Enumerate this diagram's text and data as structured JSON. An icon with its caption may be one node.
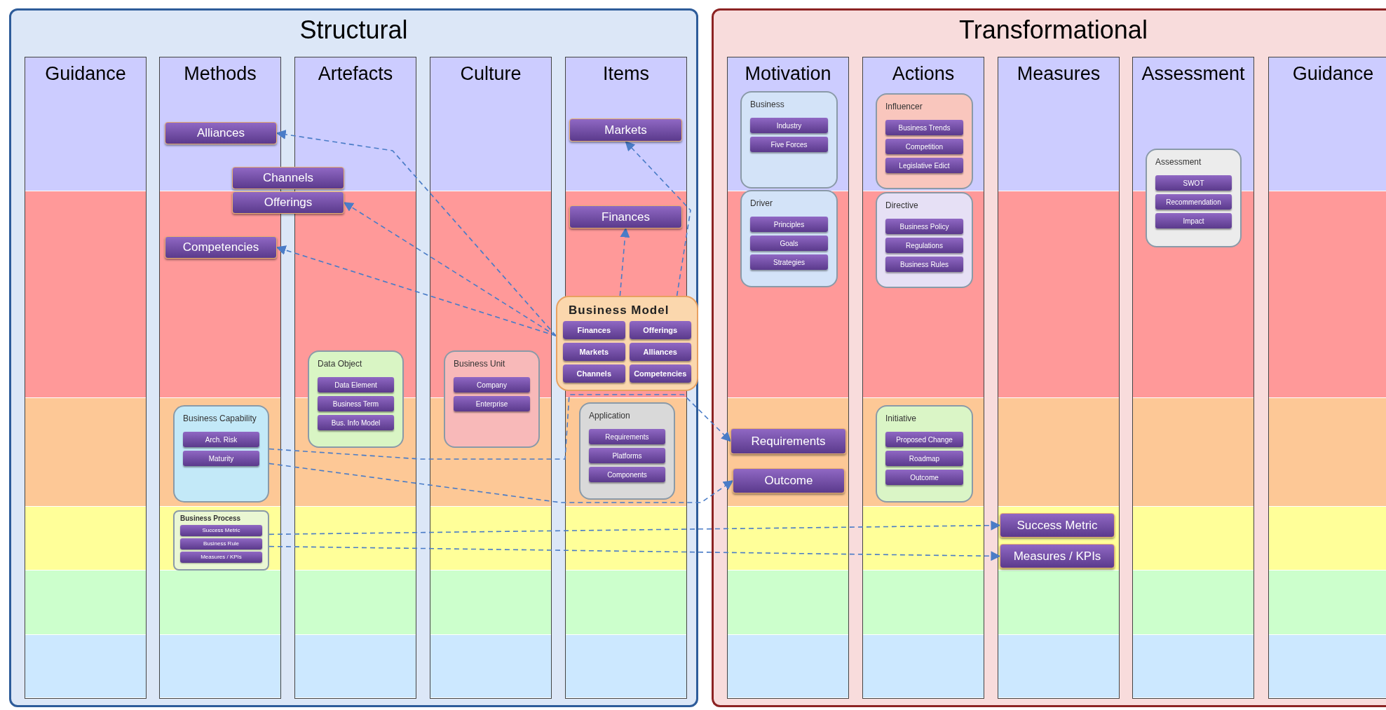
{
  "diagram": {
    "nodes": [
      {
        "text": [
          "Structural"
        ]
      },
      {
        "text": [
          "Guidance"
        ],
        "in": 0
      },
      {
        "text": [
          "Methods"
        ],
        "in": 0
      },
      {
        "text": [
          "Artefacts"
        ],
        "in": 0
      },
      {
        "text": [
          "Culture"
        ],
        "in": 0
      },
      {
        "text": [
          "Items"
        ],
        "in": 0
      },
      {
        "text": [
          "Transformational"
        ]
      },
      {
        "text": [
          "Motivation"
        ],
        "in": 6
      },
      {
        "text": [
          "Actions"
        ],
        "in": 6
      },
      {
        "text": [
          "Measures"
        ],
        "in": 6
      },
      {
        "text": [
          "Assessment"
        ],
        "in": 6
      },
      {
        "text": [
          "Guidance"
        ],
        "in": 6
      },
      {
        "text": [
          "Alliances"
        ],
        "in": 2
      },
      {
        "text": [
          "Channels"
        ],
        "in": 0
      },
      {
        "text": [
          "Offerings"
        ],
        "in": 0
      },
      {
        "text": [
          "Competencies"
        ],
        "in": 2
      },
      {
        "text": [
          "Markets"
        ],
        "in": 5
      },
      {
        "text": [
          "Finances"
        ],
        "in": 5
      },
      {
        "text": [
          "Business Model"
        ],
        "in": 0
      },
      {
        "text": [
          "Finances"
        ],
        "in": 18
      },
      {
        "text": [
          "Offerings"
        ],
        "in": 18
      },
      {
        "text": [
          "Markets"
        ],
        "in": 18
      },
      {
        "text": [
          "Alliances"
        ],
        "in": 18
      },
      {
        "text": [
          "Channels"
        ],
        "in": 18
      },
      {
        "text": [
          "Competencies"
        ],
        "in": 18
      },
      {
        "text": [
          "Data Object"
        ],
        "in": 3
      },
      {
        "text": [
          "Data Element"
        ],
        "in": 25
      },
      {
        "text": [
          "Business Term"
        ],
        "in": 25
      },
      {
        "text": [
          "Bus. Info Model"
        ],
        "in": 25
      },
      {
        "text": [
          "Business Unit"
        ],
        "in": 4
      },
      {
        "text": [
          "Company"
        ],
        "in": 29
      },
      {
        "text": [
          "Enterprise"
        ],
        "in": 29
      },
      {
        "text": [
          "Application"
        ],
        "in": 5
      },
      {
        "text": [
          "Requirements"
        ],
        "in": 32
      },
      {
        "text": [
          "Platforms"
        ],
        "in": 32
      },
      {
        "text": [
          "Components"
        ],
        "in": 32
      },
      {
        "text": [
          "Business Capability"
        ],
        "in": 2
      },
      {
        "text": [
          "Arch. Risk"
        ],
        "in": 36
      },
      {
        "text": [
          "Maturity"
        ],
        "in": 36
      },
      {
        "text": [
          "Business Process"
        ],
        "in": 2
      },
      {
        "text": [
          "Success Metric"
        ],
        "in": 39
      },
      {
        "text": [
          "Business Rule"
        ],
        "in": 39
      },
      {
        "text": [
          "Measures / KPIs"
        ],
        "in": 39
      },
      {
        "text": [
          "Business"
        ],
        "in": 7
      },
      {
        "text": [
          "Industry"
        ],
        "in": 43
      },
      {
        "text": [
          "Five Forces"
        ],
        "in": 43
      },
      {
        "text": [
          "Driver"
        ],
        "in": 7
      },
      {
        "text": [
          "Principles"
        ],
        "in": 46
      },
      {
        "text": [
          "Goals"
        ],
        "in": 46
      },
      {
        "text": [
          "Strategies"
        ],
        "in": 46
      },
      {
        "text": [
          "Requirements"
        ],
        "in": 7
      },
      {
        "text": [
          "Outcome"
        ],
        "in": 7
      },
      {
        "text": [
          "Influencer"
        ],
        "in": 8
      },
      {
        "text": [
          "Business Trends"
        ],
        "in": 52
      },
      {
        "text": [
          "Competition"
        ],
        "in": 52
      },
      {
        "text": [
          "Legislative Edict"
        ],
        "in": 52
      },
      {
        "text": [
          "Directive"
        ],
        "in": 8
      },
      {
        "text": [
          "Business Policy"
        ],
        "in": 56
      },
      {
        "text": [
          "Regulations"
        ],
        "in": 56
      },
      {
        "text": [
          "Business Rules"
        ],
        "in": 56
      },
      {
        "text": [
          "Initiative"
        ],
        "in": 8
      },
      {
        "text": [
          "Proposed Change"
        ],
        "in": 60
      },
      {
        "text": [
          "Roadmap"
        ],
        "in": 60
      },
      {
        "text": [
          "Outcome"
        ],
        "in": 60
      },
      {
        "text": [
          "Success Metric"
        ],
        "in": 9
      },
      {
        "text": [
          "Measures / KPIs"
        ],
        "in": 9
      },
      {
        "text": [
          "Assessment"
        ],
        "in": 10
      },
      {
        "text": [
          "SWOT"
        ],
        "in": 66
      },
      {
        "text": [
          "Recommendation"
        ],
        "in": 66
      },
      {
        "text": [
          "Impact"
        ],
        "in": 66
      }
    ],
    "edges": [
      {
        "from": 18,
        "to": 12,
        "arrow": "to",
        "style": "dashed"
      },
      {
        "from": 18,
        "to": 14,
        "arrow": "to",
        "style": "dashed"
      },
      {
        "from": 18,
        "to": 15,
        "arrow": "to",
        "style": "dashed"
      },
      {
        "from": 18,
        "to": 16,
        "arrow": "to",
        "style": "dashed"
      },
      {
        "from": 18,
        "to": 17,
        "arrow": "to",
        "style": "dashed"
      },
      {
        "from": 36,
        "to": 50,
        "arrow": "to",
        "style": "dashed"
      },
      {
        "from": 36,
        "to": 51,
        "arrow": "to",
        "style": "dashed"
      },
      {
        "from": 39,
        "to": 64,
        "arrow": "to",
        "style": "dashed"
      },
      {
        "from": 39,
        "to": 65,
        "arrow": "to",
        "style": "dashed"
      }
    ]
  }
}
